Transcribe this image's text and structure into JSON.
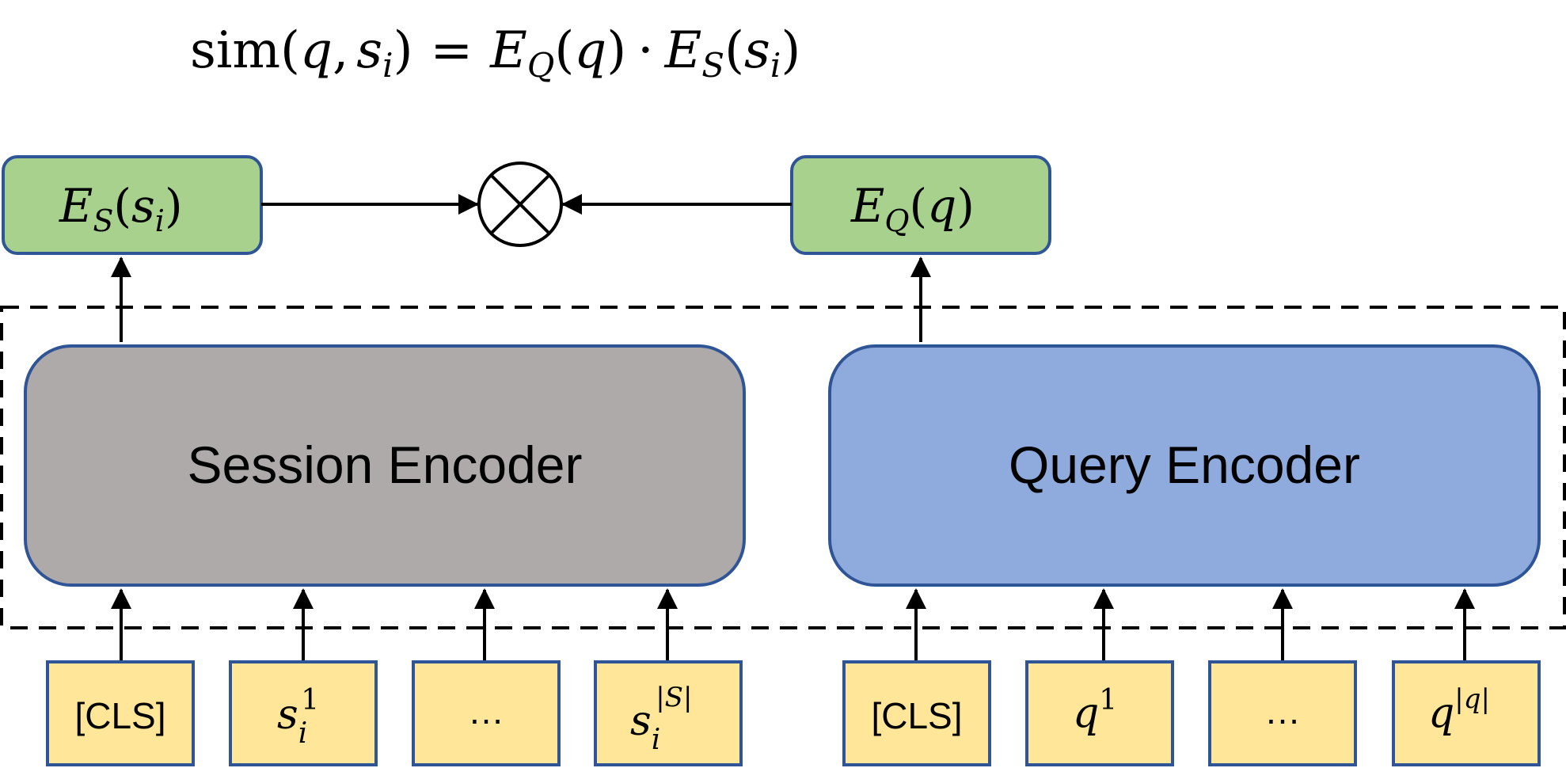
{
  "formula": {
    "fn": "sim",
    "open": "(",
    "q": "q",
    "comma": ",",
    "s": "s",
    "s_sub": "i",
    "close": ")",
    "equals": "=",
    "E_Q": "E",
    "E_Q_sub": "Q",
    "dot": "·",
    "E_S": "E",
    "E_S_sub": "S"
  },
  "outputs": {
    "session": {
      "E": "E",
      "sub": "S",
      "open": "(",
      "s": "s",
      "s_sub": "i",
      "close": ")"
    },
    "query": {
      "E": "E",
      "sub": "Q",
      "open": "(",
      "q": "q",
      "close": ")"
    }
  },
  "encoders": {
    "session_label": "Session Encoder",
    "query_label": "Query Encoder"
  },
  "tokens": {
    "session": {
      "cls": "[CLS]",
      "s1_base": "s",
      "s1_sub": "i",
      "s1_sup": "1",
      "ellipsis": "…",
      "sn_base": "s",
      "sn_sub": "i",
      "sn_sup": "|S|"
    },
    "query": {
      "cls": "[CLS]",
      "q1_base": "q",
      "q1_sup": "1",
      "ellipsis": "…",
      "qn_base": "q",
      "qn_sup": "|q|"
    }
  },
  "colors": {
    "output_fill": "#a9d18e",
    "session_encoder_fill": "#aeaaaa",
    "query_encoder_fill": "#8faadc",
    "token_fill": "#ffe699",
    "box_stroke": "#2f5597"
  }
}
